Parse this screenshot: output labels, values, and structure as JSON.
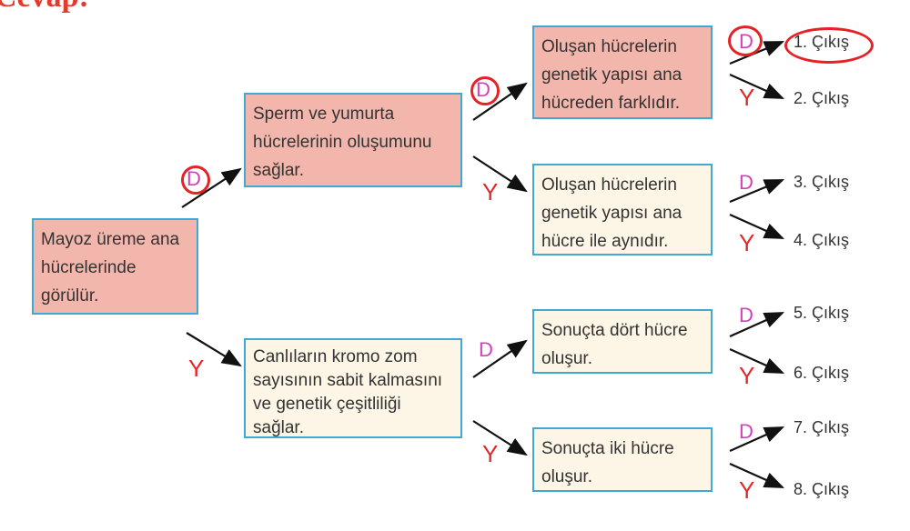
{
  "title": "Cevap:",
  "root": "Mayoz üreme ana hücrelerinde görülür.",
  "level1": [
    "Sperm ve yumurta hücrelerinin oluşumunu sağlar.",
    "Canlıların kromo zom sayısının sabit kalmasını ve genetik çeşitliliği sağlar."
  ],
  "level2": [
    "Oluşan hücrelerin genetik yapısı ana hücreden farklıdır.",
    "Oluşan hücrelerin genetik yapısı ana hücre ile aynıdır.",
    "Sonuçta dört hücre oluşur.",
    "Sonuçta iki hücre oluşur."
  ],
  "labels": {
    "yes": "D",
    "no": "Y"
  },
  "outputs": [
    "1. Çıkış",
    "2. Çıkış",
    "3. Çıkış",
    "4. Çıkış",
    "5. Çıkış",
    "6. Çıkış",
    "7. Çıkış",
    "8. Çıkış"
  ],
  "selected_output": "1. Çıkış"
}
